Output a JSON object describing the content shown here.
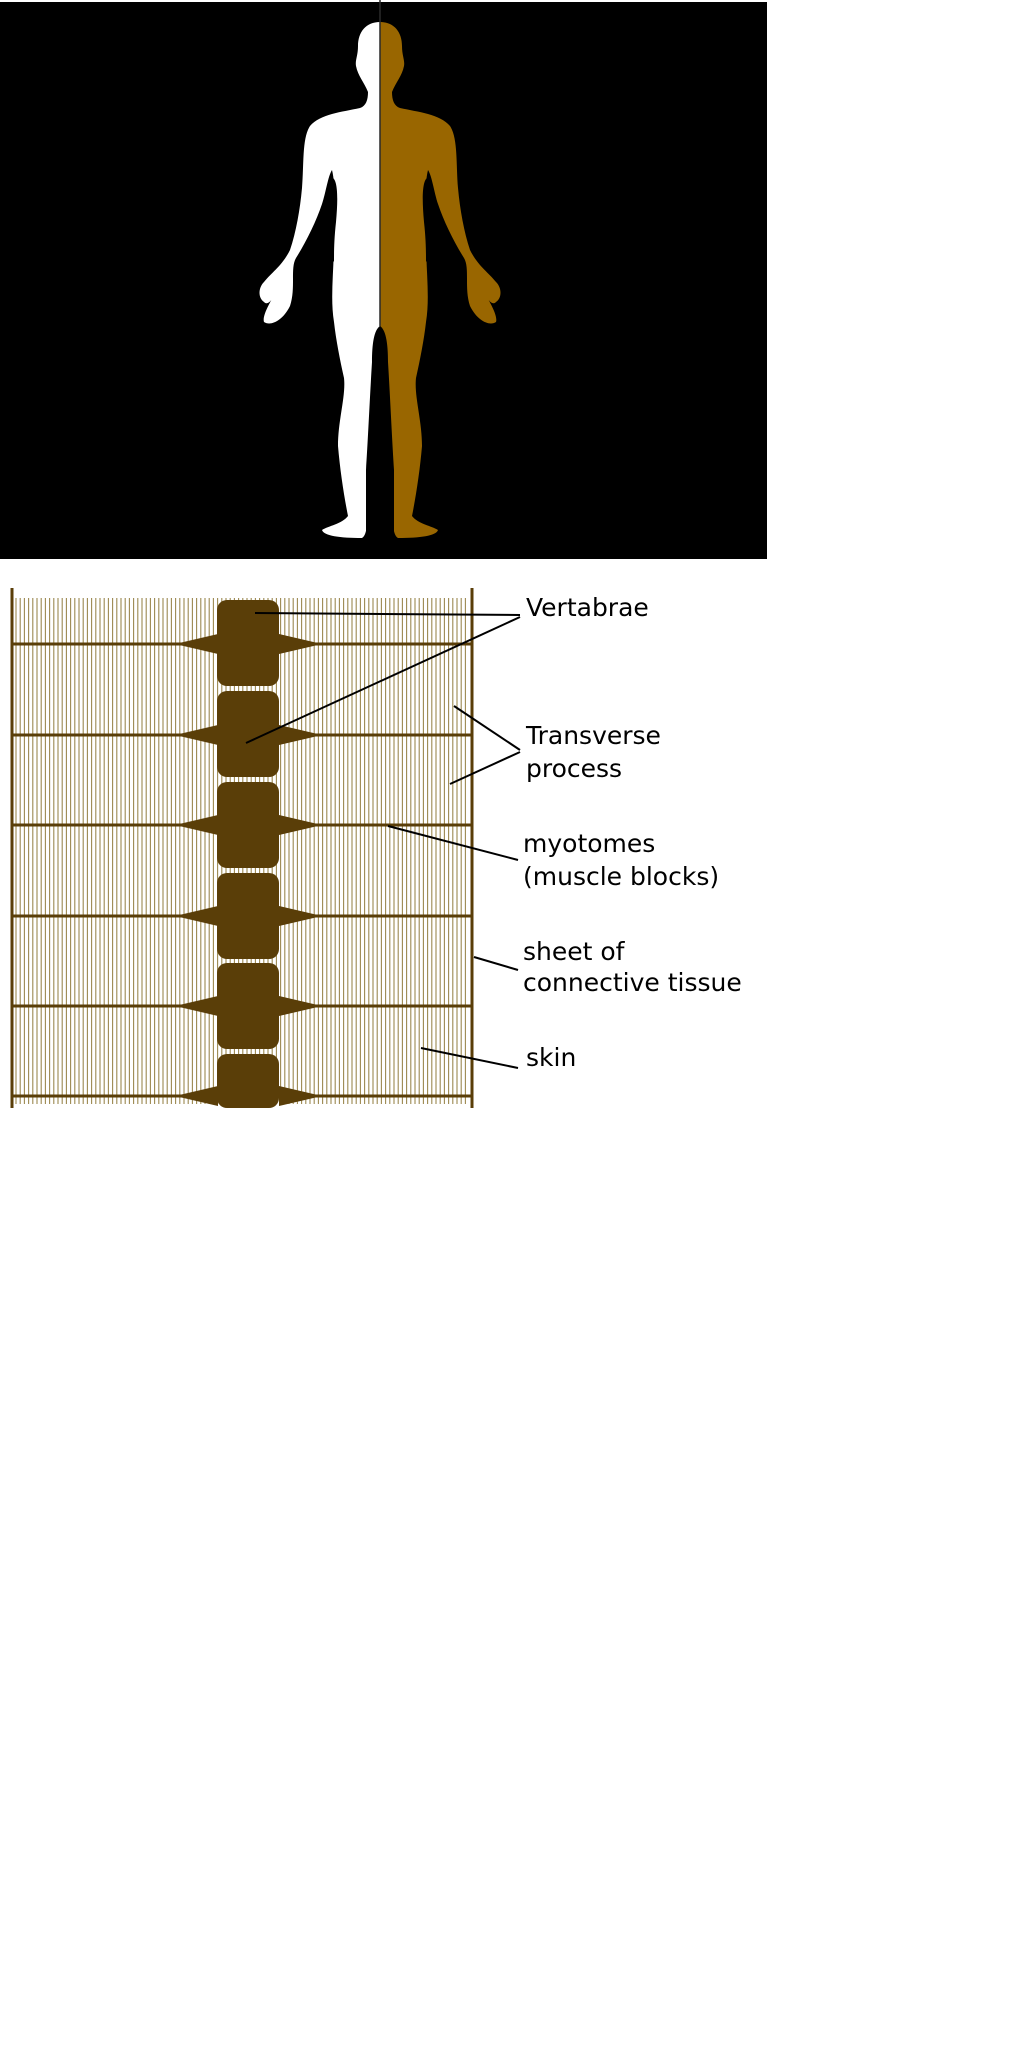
{
  "colors": {
    "background_panel": "#000000",
    "body_left": "#ffffff",
    "body_right": "#996600",
    "dark_brown": "#5a3e08",
    "fiber": "#9c8850",
    "pointer": "#000000"
  },
  "labels": {
    "vertebrae": "Vertabrae",
    "transverse_1": "Transverse",
    "transverse_2": "process",
    "myotomes_1": "myotomes",
    "myotomes_2": "(muscle blocks)",
    "sheet_1": "sheet of",
    "sheet_2": "connective tissue",
    "skin": "skin"
  }
}
